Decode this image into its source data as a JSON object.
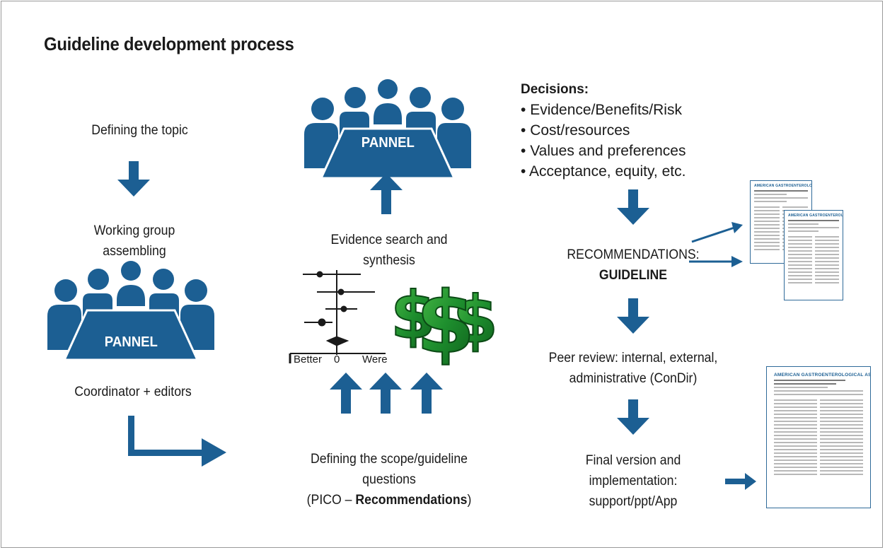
{
  "title": "Guideline development process",
  "left_column": {
    "step1": "Defining the topic",
    "step2_line1": "Working group",
    "step2_line2": "assembling",
    "panel_label": "PANNEL",
    "step3": "Coordinator + editors"
  },
  "middle_column": {
    "panel_label": "PANNEL",
    "evidence_line1": "Evidence search and",
    "evidence_line2": "synthesis",
    "forest_plot": {
      "axis_left": "Better",
      "axis_zero": "0",
      "axis_right": "Were"
    },
    "scope_line1": "Defining the scope/guideline",
    "scope_line2": "questions",
    "scope_line3_prefix": "(PICO – ",
    "scope_line3_bold": "Recommendations",
    "scope_line3_suffix": ")"
  },
  "right_column": {
    "decisions_title": "Decisions:",
    "decisions": [
      "Evidence/Benefits/Risk",
      "Cost/resources",
      "Values and preferences",
      "Acceptance, equity, etc."
    ],
    "recommendations_line1": "RECOMMENDATIONS:",
    "recommendations_line2": "GUIDELINE",
    "peer_review_line1": "Peer review: internal, external,",
    "peer_review_line2": "administrative (ConDir)",
    "final_line1": "Final version and",
    "final_line2": "implementation:",
    "final_line3": "support/ppt/App"
  },
  "documents": {
    "journal": "AMERICAN GASTROENTEROLOGICAL ASSOCIATION"
  },
  "colors": {
    "blue": "#1c5f93",
    "green": "#2e9a3e"
  }
}
